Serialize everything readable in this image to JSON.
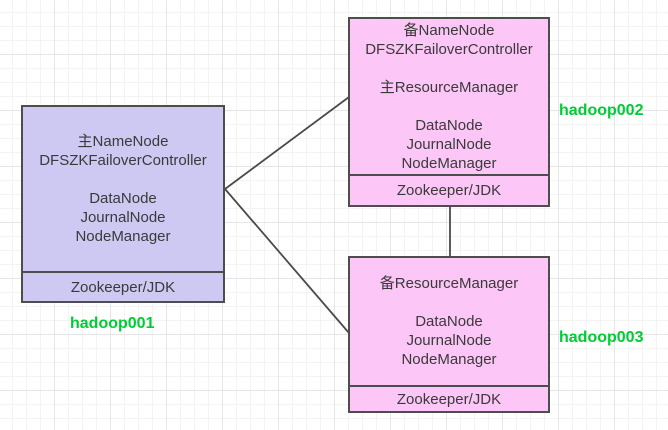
{
  "nodes": [
    {
      "host": "hadoop001",
      "services": "主NameNode\nDFSZKFailoverController\n\nDataNode\nJournalNode\nNodeManager",
      "platform": "Zookeeper/JDK",
      "fill": "#cdc9f2"
    },
    {
      "host": "hadoop002",
      "services": "备NameNode\nDFSZKFailoverController\n\n主ResourceManager\n\nDataNode\nJournalNode\nNodeManager",
      "platform": "Zookeeper/JDK",
      "fill": "#fcc7f6"
    },
    {
      "host": "hadoop003",
      "services": "备ResourceManager\n\nDataNode\nJournalNode\nNodeManager",
      "platform": "Zookeeper/JDK",
      "fill": "#fcc7f6"
    }
  ],
  "colors": {
    "node_border": "#4d4d4d",
    "connector": "#4a4a4a",
    "host_label": "#00cc33",
    "node1_fill": "#cdc9f2",
    "node2_fill": "#fcc7f6",
    "node3_fill": "#fcc7f6",
    "text": "#3a3a3a"
  }
}
